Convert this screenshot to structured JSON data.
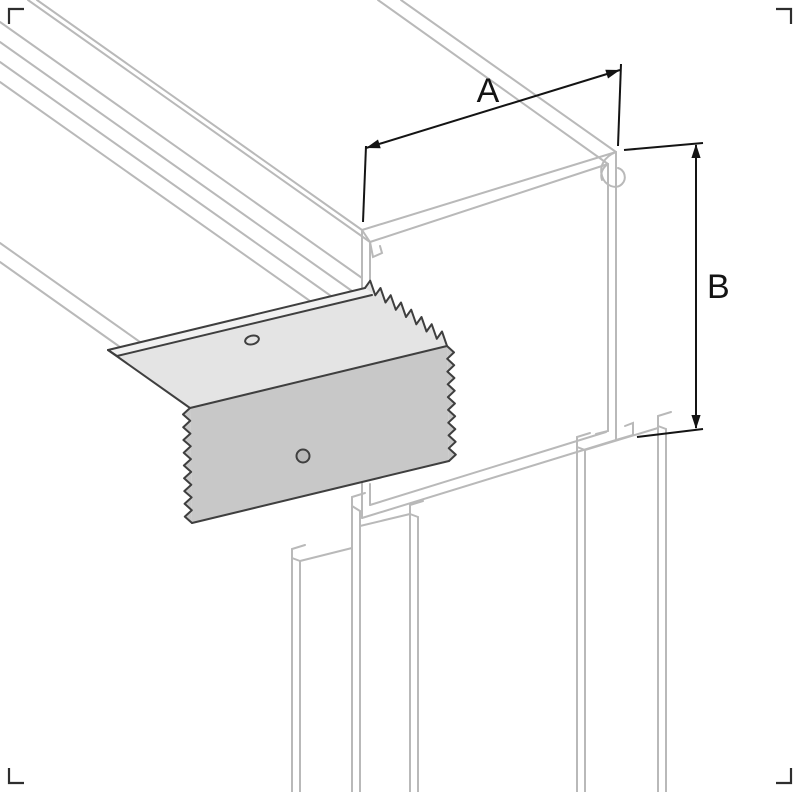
{
  "figure": {
    "kind": "technical-line-drawing",
    "dimensions": {
      "width_label": "A",
      "height_label": "B"
    },
    "colors": {
      "background": "#ffffff",
      "profile_line": "#b9b9b9",
      "bracket_outline": "#3f3f3f",
      "bracket_top_fill": "#e4e4e4",
      "bracket_flange_fill": "#f1f1f1",
      "bracket_front_fill": "#c8c8c8",
      "dimension_line": "#141414",
      "corner_mark": "#2e2e2e"
    }
  }
}
